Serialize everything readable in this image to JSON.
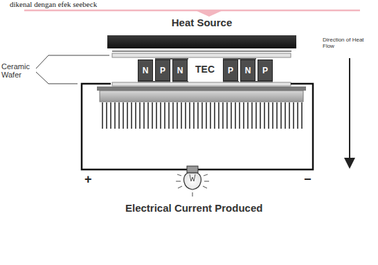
{
  "diagram": {
    "nodes": [
      {
        "text": [
          "Heat Source"
        ]
      },
      {
        "text": [
          "N"
        ]
      },
      {
        "text": [
          "P"
        ]
      },
      {
        "text": [
          "N"
        ]
      },
      {
        "text": [
          "P"
        ]
      },
      {
        "text": [
          "N"
        ]
      },
      {
        "text": [
          "P"
        ]
      }
    ],
    "labels": [
      "dikenal dengan efek seebeck",
      "Ceramic Wafer",
      "TEC",
      "Direction of Heat Flow",
      "+",
      "−",
      "Electrical Current Produced"
    ]
  }
}
